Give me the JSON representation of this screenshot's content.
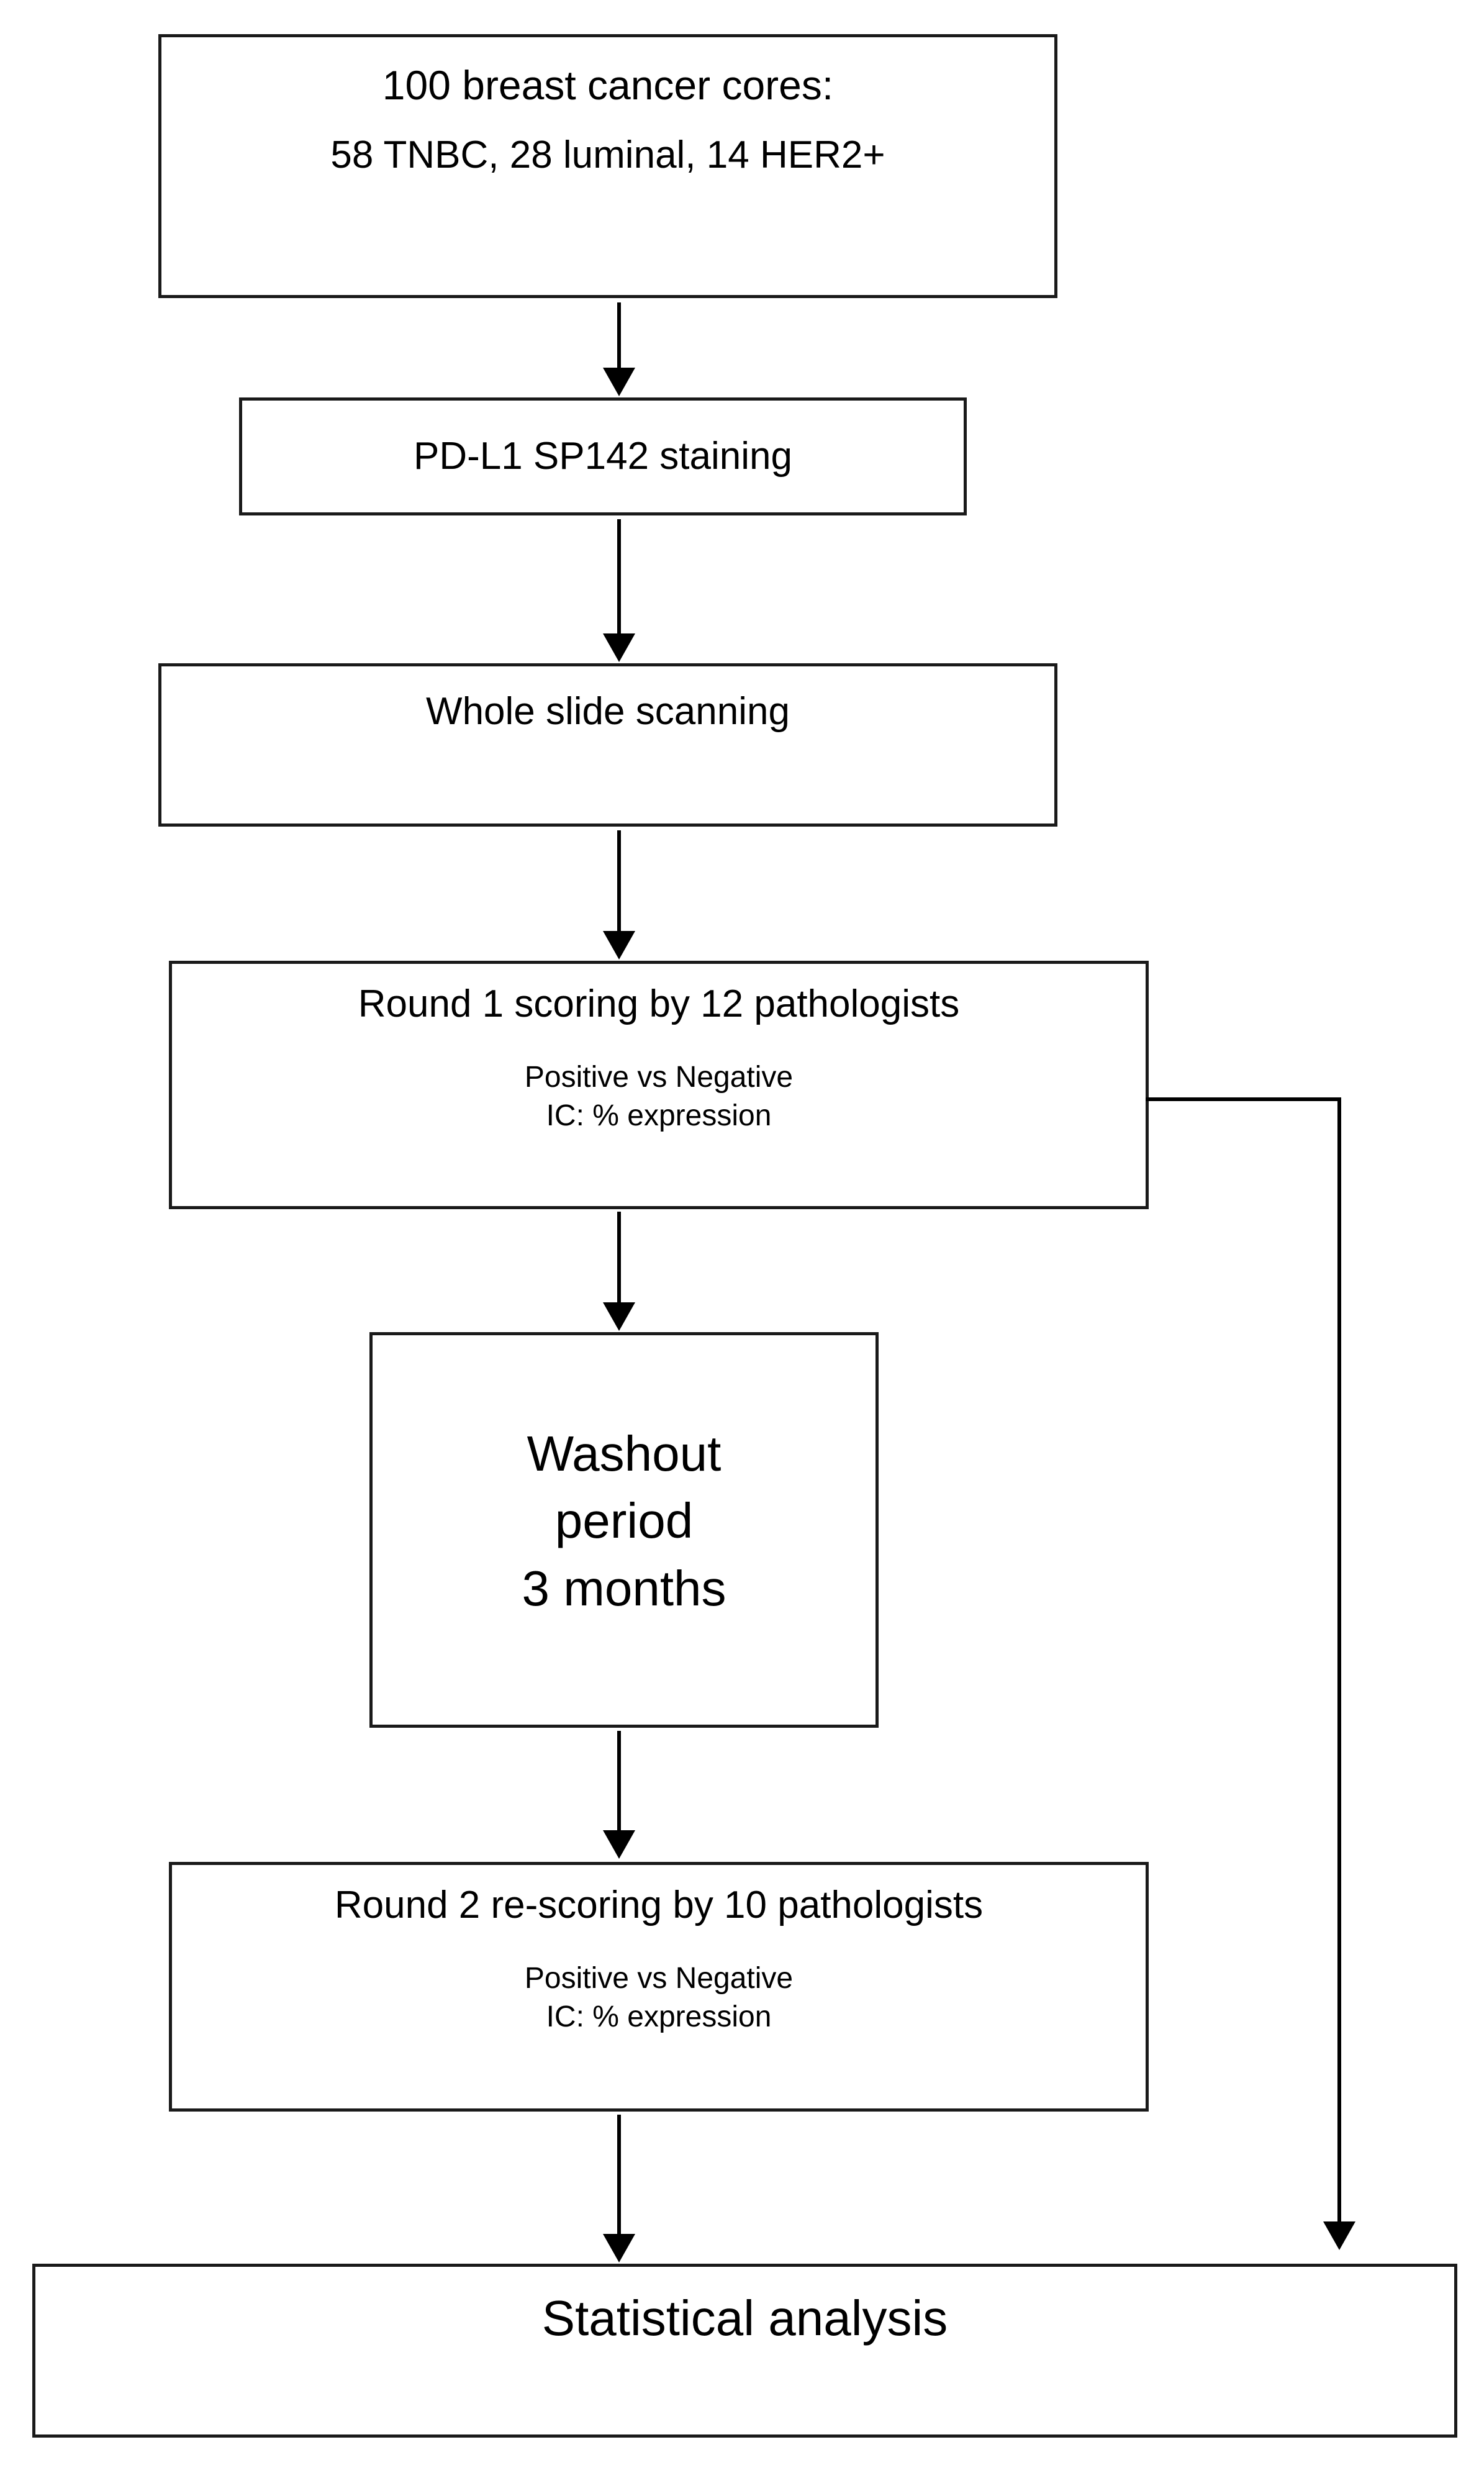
{
  "diagram": {
    "title": "PD-L1 SP142 scoring study flowchart",
    "accent_color": "#000000",
    "background_color": "#ffffff",
    "nodes": [
      {
        "id": "cohort",
        "lines": [
          "100 breast cancer cores:",
          "58 TNBC, 28 luminal, 14 HER2+"
        ]
      },
      {
        "id": "staining",
        "lines": [
          "PD-L1 SP142 staining"
        ]
      },
      {
        "id": "scanning",
        "lines": [
          "Whole slide scanning"
        ]
      },
      {
        "id": "round1",
        "lines": [
          "Round 1 scoring by 12 pathologists",
          "Positive vs Negative",
          "IC: % expression"
        ]
      },
      {
        "id": "washout",
        "lines": [
          "Washout",
          "period",
          "3 months"
        ]
      },
      {
        "id": "round2",
        "lines": [
          "Round 2 re-scoring by 10 pathologists",
          "Positive vs Negative",
          "IC: % expression"
        ]
      },
      {
        "id": "stats",
        "lines": [
          "Statistical analysis"
        ]
      }
    ],
    "connectors": [
      {
        "id": "cohort-to-staining",
        "from": "cohort",
        "to": "staining",
        "kind": "arrow-down"
      },
      {
        "id": "staining-to-scanning",
        "from": "staining",
        "to": "scanning",
        "kind": "arrow-down"
      },
      {
        "id": "scanning-to-round1",
        "from": "scanning",
        "to": "round1",
        "kind": "arrow-down"
      },
      {
        "id": "round1-to-washout",
        "from": "round1",
        "to": "washout",
        "kind": "arrow-down"
      },
      {
        "id": "washout-to-round2",
        "from": "washout",
        "to": "round2",
        "kind": "arrow-down"
      },
      {
        "id": "round2-to-stats",
        "from": "round2",
        "to": "stats",
        "kind": "arrow-down"
      },
      {
        "id": "round1-to-stats",
        "from": "round1",
        "to": "stats",
        "kind": "elbow-right-down"
      }
    ]
  }
}
